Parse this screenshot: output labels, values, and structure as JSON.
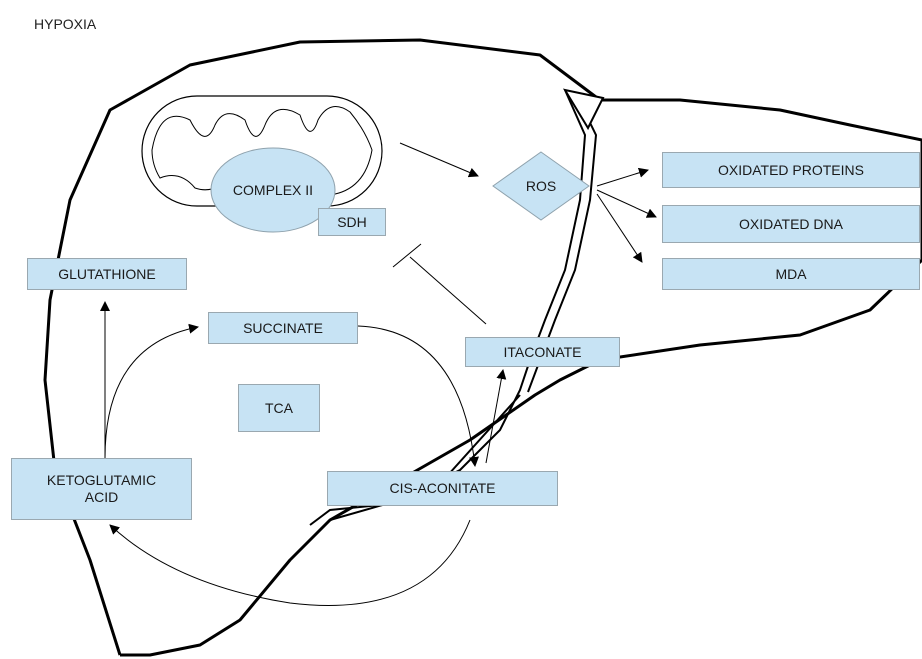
{
  "title": "HYPOXIA",
  "nodes": {
    "complex_ii": "COMPLEX II",
    "sdh": "SDH",
    "ros": "ROS",
    "oxidated_proteins": "OXIDATED PROTEINS",
    "oxidated_dna": "OXIDATED DNA",
    "mda": "MDA",
    "glutathione": "GLUTATHIONE",
    "succinate": "SUCCINATE",
    "itaconate": "ITACONATE",
    "tca": "TCA",
    "ketoglutamic_acid": "KETOGLUTAMIC\nACID",
    "cis_aconitate": "CIS-ACONITATE"
  },
  "colors": {
    "box_fill": "#c7e3f4",
    "box_border": "#9aa8b0",
    "line": "#000000"
  }
}
